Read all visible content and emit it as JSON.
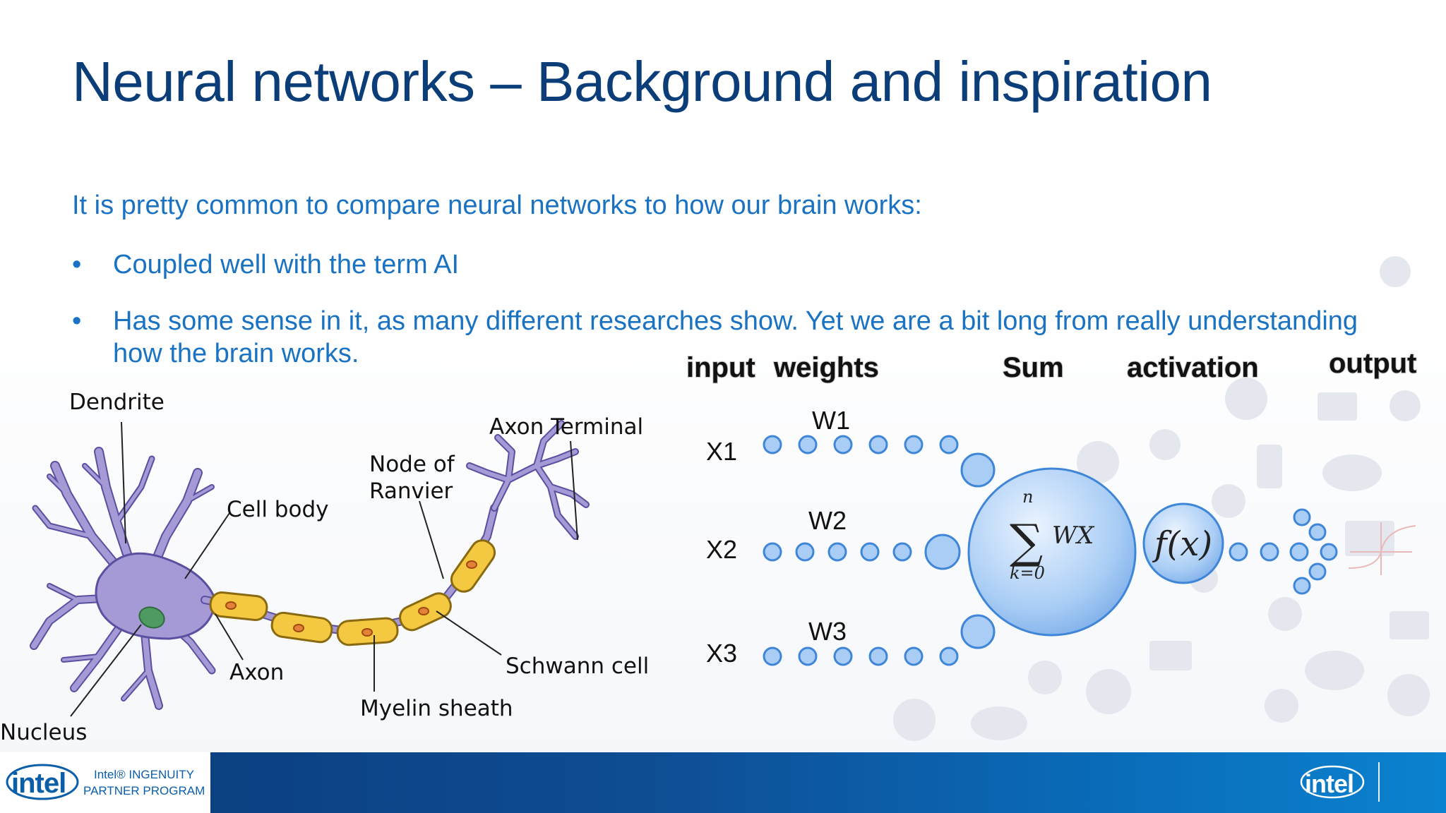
{
  "slide": {
    "title": "Neural networks – Background and inspiration",
    "intro": "It is pretty common to compare neural networks to how our brain works:",
    "bullets": [
      {
        "marker": "•",
        "lines": [
          "Coupled well with the term AI"
        ]
      },
      {
        "marker": "•",
        "lines": [
          "Has some sense in it, as many different researches show. Yet we are a bit long from really understanding",
          "how the brain works."
        ]
      }
    ]
  },
  "neuron_diagram": {
    "labels": {
      "dendrite": "Dendrite",
      "cell_body": "Cell body",
      "node_of_ranvier": [
        "Node of",
        "Ranvier"
      ],
      "axon_terminal": "Axon Terminal",
      "schwann_cell": "Schwann cell",
      "axon": "Axon",
      "myelin_sheath": "Myelin sheath",
      "nucleus": "Nucleus"
    },
    "colors": {
      "cell": "#a59ad6",
      "cell_outline": "#5a4fa0",
      "myelin": "#f5c842",
      "nucleus": "#4f9a63"
    }
  },
  "network_diagram": {
    "headers": {
      "input": "input",
      "weights": "weights",
      "sum": "Sum",
      "activation": "activation",
      "output": "output"
    },
    "inputs": [
      "X1",
      "X2",
      "X3"
    ],
    "weights": [
      "W1",
      "W2",
      "W3"
    ],
    "sum_formula": {
      "upper": "n",
      "body": "WX",
      "lower": "k=0"
    },
    "activation_formula": "f(x)",
    "colors": {
      "node": "#a9cdf5",
      "node_outline": "#3f86d8"
    }
  },
  "footer": {
    "logo_left": "intel",
    "program_line_1": "Intel® INGENUITY",
    "program_line_2": "PARTNER PROGRAM",
    "logo_right": "intel"
  }
}
